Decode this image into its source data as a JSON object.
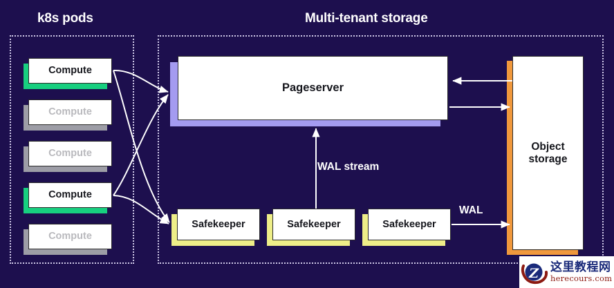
{
  "diagram": {
    "background_color": "#1d0f4e",
    "sections": [
      {
        "id": "k8s",
        "title": "k8s pods"
      },
      {
        "id": "storage",
        "title": "Multi-tenant storage"
      }
    ]
  },
  "k8s_pods": {
    "title": "k8s pods",
    "nodes": [
      {
        "label": "Compute",
        "state": "active",
        "accent_color": "#17cf7f"
      },
      {
        "label": "Compute",
        "state": "idle",
        "accent_color": "#9d9da6"
      },
      {
        "label": "Compute",
        "state": "idle",
        "accent_color": "#9d9da6"
      },
      {
        "label": "Compute",
        "state": "active",
        "accent_color": "#17cf7f"
      },
      {
        "label": "Compute",
        "state": "idle",
        "accent_color": "#9d9da6"
      }
    ]
  },
  "storage": {
    "title": "Multi-tenant storage",
    "pageserver": {
      "label": "Pageserver",
      "accent_color": "#a49bf0"
    },
    "safekeepers": [
      {
        "label": "Safekeeper",
        "accent_color": "#eeee88"
      },
      {
        "label": "Safekeeper",
        "accent_color": "#eeee88"
      },
      {
        "label": "Safekeeper",
        "accent_color": "#eeee88"
      }
    ],
    "object_storage": {
      "label": "Object\nstorage",
      "line1": "Object",
      "line2": "storage",
      "accent_color": "#f0983c"
    }
  },
  "edges": {
    "wal_stream_label": "WAL stream",
    "wal_label": "WAL",
    "line_color": "#ffffff"
  },
  "watermark": {
    "badge_letter": "Z",
    "chinese_text": "这里教程网",
    "url_text": "herecours.com"
  }
}
